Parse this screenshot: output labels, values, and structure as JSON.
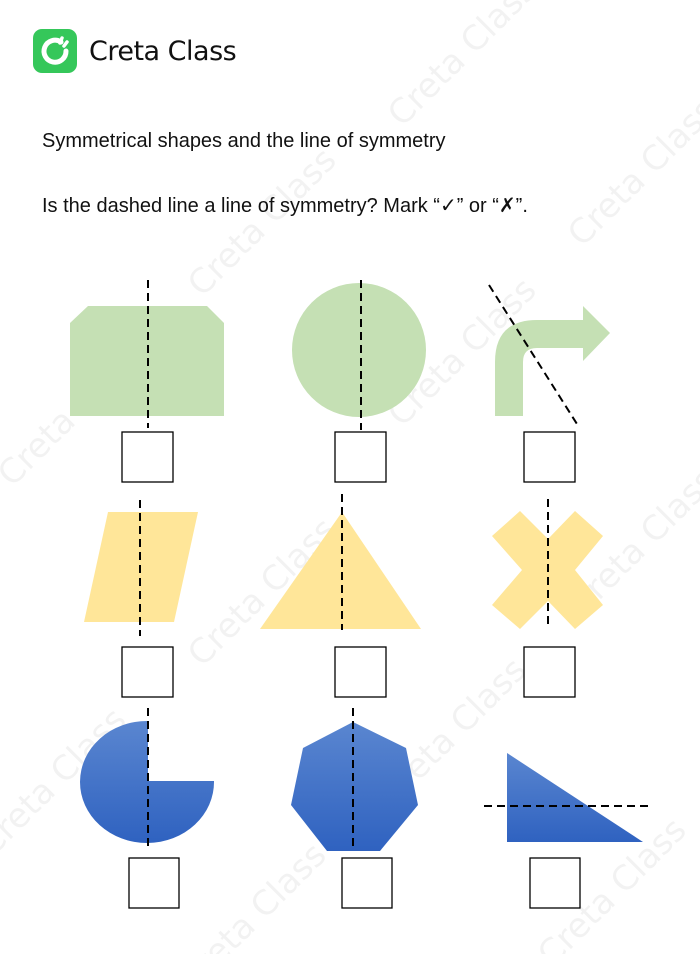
{
  "brand": {
    "name": "Creta Class",
    "watermark": "Creta Class",
    "color": "#35c75a"
  },
  "worksheet": {
    "title": "Symmetrical shapes and the line of symmetry",
    "question": "Is the dashed line a line of symmetry? Mark “✓” or “✗”."
  },
  "shapes": [
    {
      "name": "cut-corner-rectangle",
      "color": "#c5e0b4",
      "answer": ""
    },
    {
      "name": "circle",
      "color": "#c5e0b4",
      "answer": ""
    },
    {
      "name": "turn-arrow",
      "color": "#c5e0b4",
      "answer": ""
    },
    {
      "name": "parallelogram",
      "color": "#ffe699",
      "answer": ""
    },
    {
      "name": "triangle",
      "color": "#ffe699",
      "answer": ""
    },
    {
      "name": "x-cross",
      "color": "#ffe699",
      "answer": ""
    },
    {
      "name": "three-quarter-circle",
      "color": "#3a6cc8",
      "answer": ""
    },
    {
      "name": "heptagon",
      "color": "#3a6cc8",
      "answer": ""
    },
    {
      "name": "right-triangle",
      "color": "#3a6cc8",
      "answer": ""
    }
  ]
}
